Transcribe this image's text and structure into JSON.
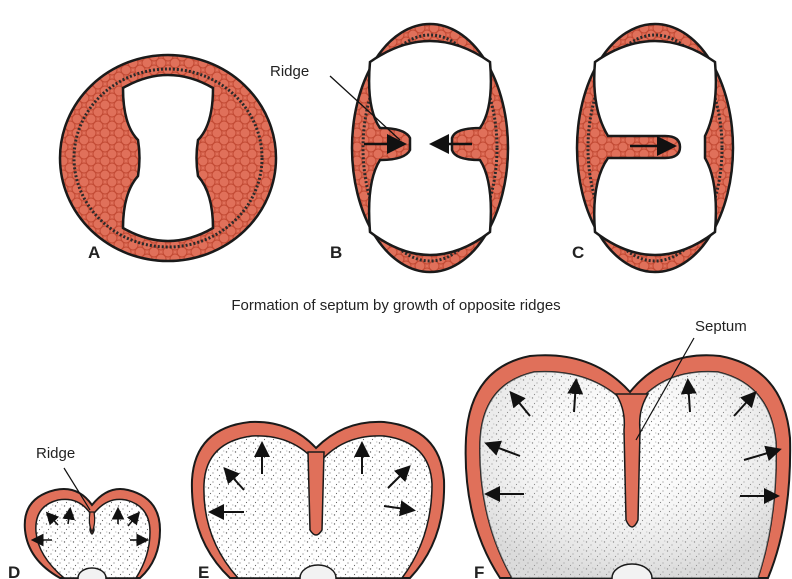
{
  "figure": {
    "top_caption": "Formation of septum by growth of opposite ridges",
    "callouts": {
      "ridge_top": "Ridge",
      "ridge_bottom": "Ridge",
      "septum": "Septum"
    },
    "panels": {
      "a": "A",
      "b": "B",
      "c": "C",
      "d": "D",
      "e": "E",
      "f": "F"
    }
  },
  "colors": {
    "tissue": "#e0705a",
    "tissue_dark": "#c9543d",
    "outline": "#1a1a1a",
    "stipple": "#555555"
  }
}
